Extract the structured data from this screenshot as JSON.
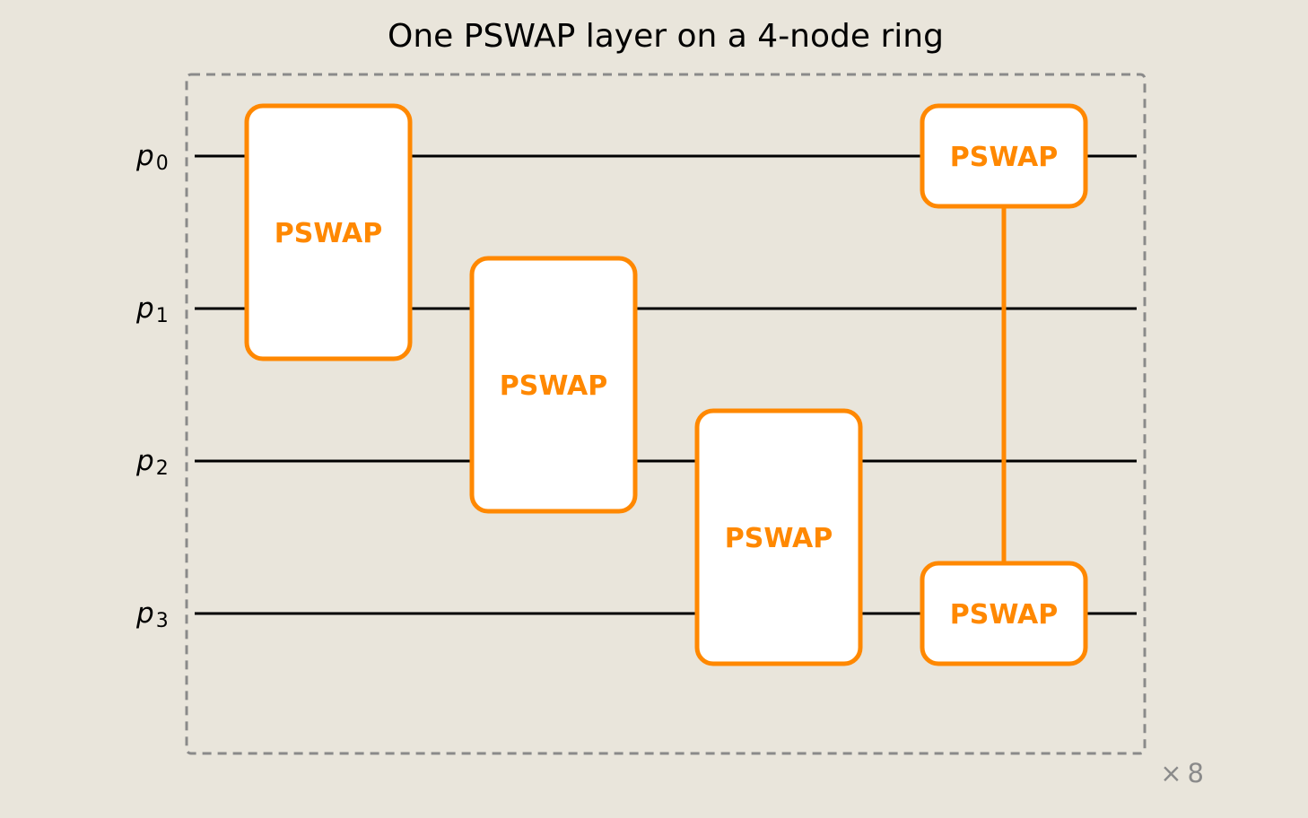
{
  "title": "One PSWAP layer on a 4-node ring",
  "wires": [
    {
      "symbol": "p",
      "sub": "0"
    },
    {
      "symbol": "p",
      "sub": "1"
    },
    {
      "symbol": "p",
      "sub": "2"
    },
    {
      "symbol": "p",
      "sub": "3"
    }
  ],
  "gates": [
    {
      "label": "PSWAP",
      "qubits": [
        0,
        1
      ],
      "column": 0,
      "style": "block"
    },
    {
      "label": "PSWAP",
      "qubits": [
        1,
        2
      ],
      "column": 1,
      "style": "block"
    },
    {
      "label": "PSWAP",
      "qubits": [
        2,
        3
      ],
      "column": 2,
      "style": "block"
    },
    {
      "label": "PSWAP",
      "qubits": [
        0,
        3
      ],
      "column": 3,
      "style": "split"
    }
  ],
  "repeat": {
    "symbol": "×",
    "count": "8"
  },
  "colors": {
    "background": "#e9e5db",
    "gate_stroke": "#ff8800",
    "gate_fill": "#ffffff",
    "gate_text": "#ff8800",
    "wire": "#000000",
    "frame": "#8a8a8a",
    "repeat_text": "#8a8a8a"
  }
}
